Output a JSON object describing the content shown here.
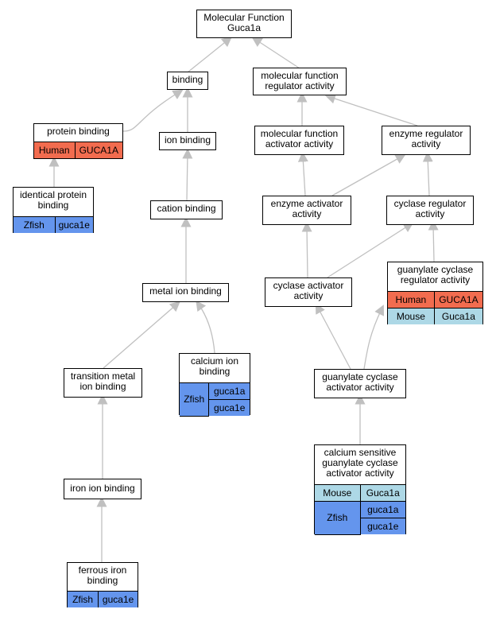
{
  "colors": {
    "human": "#f26c4f",
    "zfish": "#6495ed",
    "mouse": "#add8e6",
    "edge": "#c0c0c0"
  },
  "nodes": {
    "root": {
      "line1": "Molecular Function",
      "line2": "Guca1a"
    },
    "binding": {
      "line1": "binding"
    },
    "mfra": {
      "line1": "molecular function",
      "line2": "regulator activity"
    },
    "protein_binding": {
      "line1": "protein binding",
      "rows": [
        {
          "species": "Human",
          "genes": [
            "GUCA1A"
          ]
        }
      ]
    },
    "ion_binding": {
      "line1": "ion binding"
    },
    "mfaa": {
      "line1": "molecular function",
      "line2": "activator activity"
    },
    "enzyme_reg": {
      "line1": "enzyme regulator",
      "line2": "activity"
    },
    "identical_protein": {
      "line1": "identical protein",
      "line2": "binding",
      "rows": [
        {
          "species": "Zfish",
          "genes": [
            "guca1e"
          ]
        }
      ]
    },
    "cation_binding": {
      "line1": "cation binding"
    },
    "enzyme_act": {
      "line1": "enzyme activator",
      "line2": "activity"
    },
    "cyclase_reg": {
      "line1": "cyclase regulator",
      "line2": "activity"
    },
    "guanylate_reg": {
      "line1": "guanylate cyclase",
      "line2": "regulator activity",
      "rows": [
        {
          "species": "Human",
          "genes": [
            "GUCA1A"
          ]
        },
        {
          "species": "Mouse",
          "genes": [
            "Guca1a"
          ]
        }
      ]
    },
    "metal_ion": {
      "line1": "metal ion binding"
    },
    "cyclase_act": {
      "line1": "cyclase activator",
      "line2": "activity"
    },
    "calcium_ion": {
      "line1": "calcium ion",
      "line2": "binding",
      "rows": [
        {
          "species": "Zfish",
          "genes": [
            "guca1a",
            "guca1e"
          ]
        }
      ]
    },
    "transition_metal": {
      "line1": "transition metal",
      "line2": "ion binding"
    },
    "guanylate_act": {
      "line1": "guanylate cyclase",
      "line2": "activator activity"
    },
    "calcium_sensitive": {
      "line1": "calcium sensitive",
      "line2": "guanylate cyclase",
      "line3": "activator activity",
      "rows": [
        {
          "species": "Mouse",
          "genes": [
            "Guca1a"
          ]
        },
        {
          "species": "Zfish",
          "genes": [
            "guca1a",
            "guca1e"
          ]
        }
      ]
    },
    "iron_ion": {
      "line1": "iron ion binding"
    },
    "ferrous_iron": {
      "line1": "ferrous iron",
      "line2": "binding",
      "rows": [
        {
          "species": "Zfish",
          "genes": [
            "guca1e"
          ]
        }
      ]
    }
  }
}
